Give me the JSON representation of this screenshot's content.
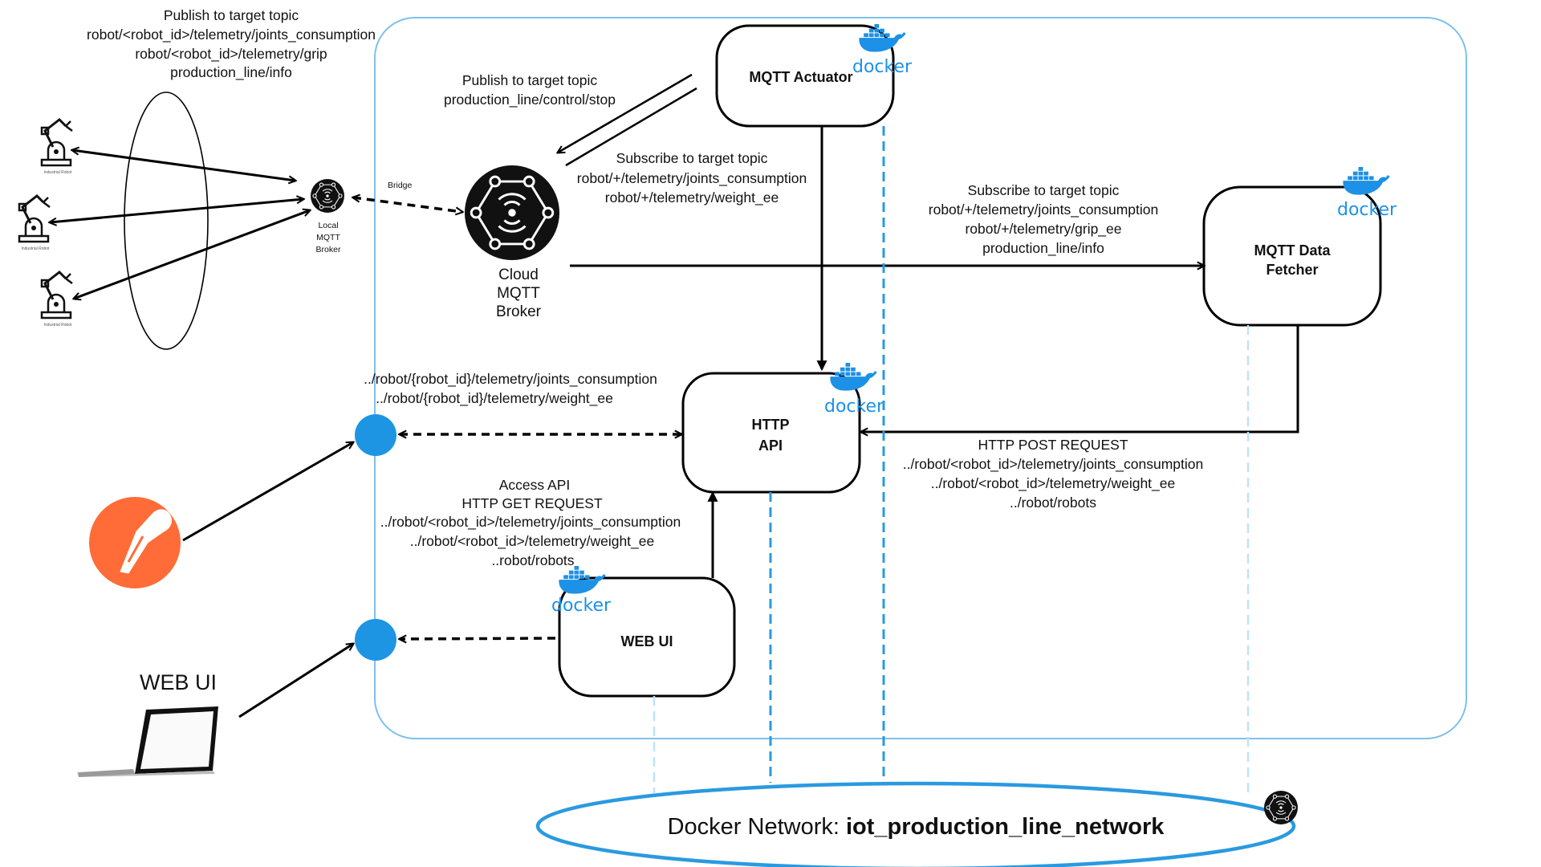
{
  "left_panel": {
    "publish_heading": "Publish to target topic",
    "publish_topics": [
      "robot/<robot_id>/telemetry/joints_consumption",
      "robot/<robot_id>/telemetry/grip",
      "production_line/info"
    ],
    "robot_caption": "Industrial Robot",
    "local_broker": [
      "Local",
      "MQTT",
      "Broker"
    ],
    "bridge_label": "Bridge"
  },
  "cloud_broker": [
    "Cloud",
    "MQTT",
    "Broker"
  ],
  "actuator": {
    "title": "MQTT Actuator",
    "publish_heading": "Publish to target topic",
    "publish_topic": "production_line/control/stop",
    "subscribe_heading": "Subscribe to target topic",
    "subscribe_topics": [
      "robot/+/telemetry/joints_consumption",
      "robot/+/telemetry/weight_ee"
    ]
  },
  "fetcher": {
    "title_lines": [
      "MQTT Data",
      "Fetcher"
    ],
    "subscribe_heading": "Subscribe to target topic",
    "subscribe_topics": [
      "robot/+/telemetry/joints_consumption",
      "robot/+/telemetry/grip_ee",
      "production_line/info"
    ],
    "post_heading": "HTTP POST REQUEST",
    "post_endpoints": [
      "../robot/<robot_id>/telemetry/joints_consumption",
      "../robot/<robot_id>/telemetry/weight_ee",
      "../robot/robots"
    ]
  },
  "http_api": {
    "title_lines": [
      "HTTP",
      "API"
    ],
    "endpoints": [
      "../robot/{robot_id}/telemetry/joints_consumption",
      "../robot/{robot_id}/telemetry/weight_ee"
    ]
  },
  "web_ui_service": {
    "title": "WEB UI",
    "access_heading": "Access  API",
    "get_heading": "HTTP GET REQUEST",
    "get_endpoints": [
      "../robot/<robot_id>/telemetry/joints_consumption",
      "../robot/<robot_id>/telemetry/weight_ee",
      "..robot/robots"
    ]
  },
  "web_ui_client_label": "WEB UI",
  "docker_word": "docker",
  "network": {
    "prefix": "Docker Network: ",
    "name": "iot_production_line_network"
  },
  "colors": {
    "docker_blue": "#1d91e6",
    "container_border": "#7fc0ec",
    "node_blue": "#1e95e3",
    "postman_orange": "#ff6c37",
    "dash_blue": "#2a9ae0"
  },
  "icons": [
    "industrial-robot-icon",
    "mqtt-broker-icon",
    "docker-whale-icon",
    "postman-icon",
    "laptop-icon"
  ]
}
